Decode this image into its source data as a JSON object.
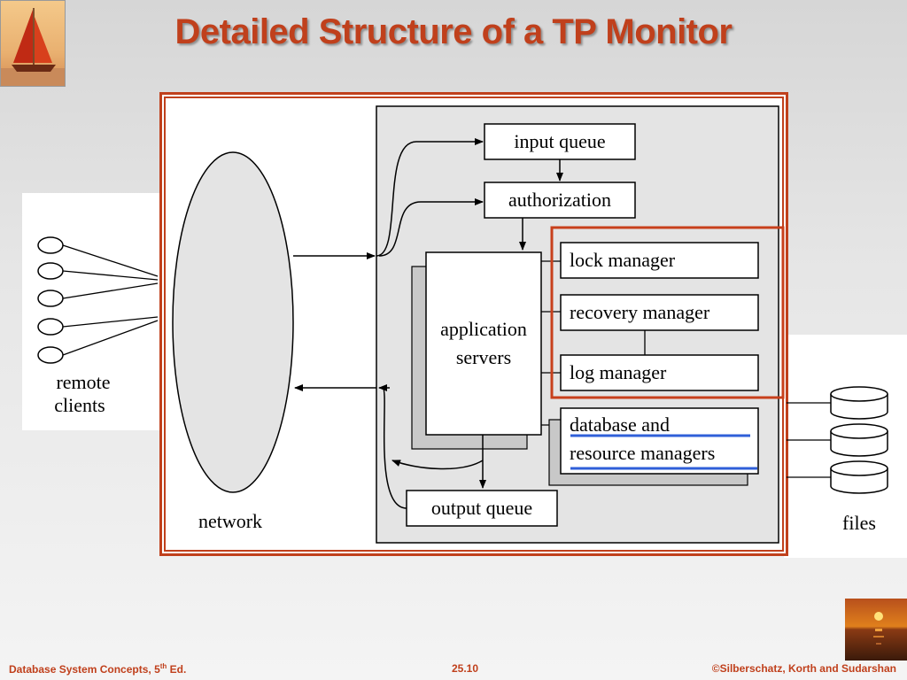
{
  "title": "Detailed Structure of a TP Monitor",
  "diagram": {
    "clients_label_line1": "remote",
    "clients_label_line2": "clients",
    "network_label": "network",
    "input_queue": "input queue",
    "authorization": "authorization",
    "app_servers_line1": "application",
    "app_servers_line2": "servers",
    "lock_manager": "lock manager",
    "recovery_manager": "recovery manager",
    "log_manager": "log manager",
    "db_line1": "database and",
    "db_line2": "resource managers",
    "output_queue": "output queue",
    "files_label": "files"
  },
  "footer": {
    "left": "Database System Concepts, 5",
    "left_sup": "th",
    "left_suffix": " Ed.",
    "center": "25.10",
    "right": "©Silberschatz, Korth and Sudarshan"
  },
  "colors": {
    "accent": "#c0401c",
    "highlight_box": "#c8401c",
    "underline": "#2f5fd8",
    "shadow_box": "#c8c8c8"
  }
}
